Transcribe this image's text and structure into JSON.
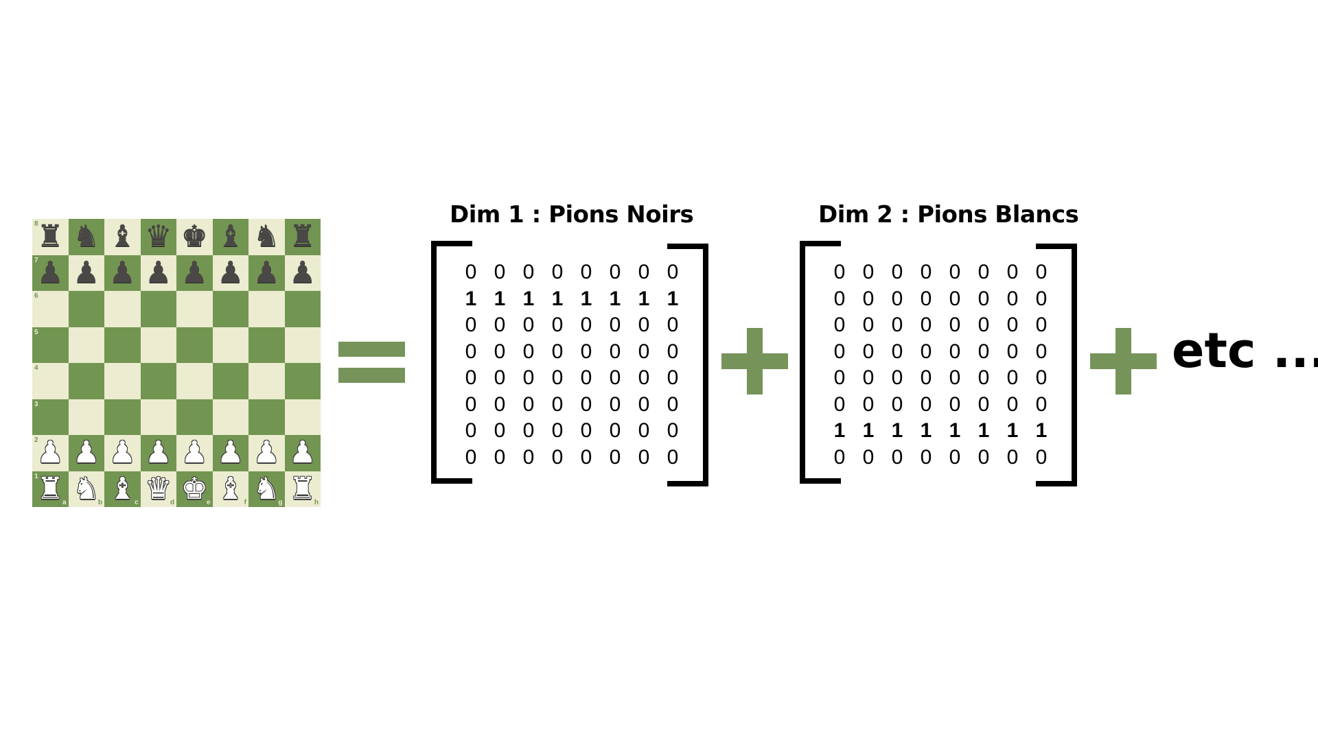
{
  "board": {
    "ranks": [
      "8",
      "7",
      "6",
      "5",
      "4",
      "3",
      "2",
      "1"
    ],
    "files": [
      "a",
      "b",
      "c",
      "d",
      "e",
      "f",
      "g",
      "h"
    ],
    "pieces": [
      [
        "br",
        "bn",
        "bb",
        "bq",
        "bk",
        "bb",
        "bn",
        "br"
      ],
      [
        "bp",
        "bp",
        "bp",
        "bp",
        "bp",
        "bp",
        "bp",
        "bp"
      ],
      [
        "",
        "",
        "",
        "",
        "",
        "",
        "",
        ""
      ],
      [
        "",
        "",
        "",
        "",
        "",
        "",
        "",
        ""
      ],
      [
        "",
        "",
        "",
        "",
        "",
        "",
        "",
        ""
      ],
      [
        "",
        "",
        "",
        "",
        "",
        "",
        "",
        ""
      ],
      [
        "wp",
        "wp",
        "wp",
        "wp",
        "wp",
        "wp",
        "wp",
        "wp"
      ],
      [
        "wr",
        "wn",
        "wb",
        "wq",
        "wk",
        "wb",
        "wn",
        "wr"
      ]
    ],
    "colors": {
      "light": "#ebecd0",
      "dark": "#739552"
    }
  },
  "operators": {
    "equals_icon": "equals-sign",
    "plus_icon": "plus-sign",
    "color": "#76935a",
    "etc_text": "etc ..."
  },
  "matrices": [
    {
      "title": "Dim 1 : Pions Noirs",
      "rows": [
        [
          0,
          0,
          0,
          0,
          0,
          0,
          0,
          0
        ],
        [
          1,
          1,
          1,
          1,
          1,
          1,
          1,
          1
        ],
        [
          0,
          0,
          0,
          0,
          0,
          0,
          0,
          0
        ],
        [
          0,
          0,
          0,
          0,
          0,
          0,
          0,
          0
        ],
        [
          0,
          0,
          0,
          0,
          0,
          0,
          0,
          0
        ],
        [
          0,
          0,
          0,
          0,
          0,
          0,
          0,
          0
        ],
        [
          0,
          0,
          0,
          0,
          0,
          0,
          0,
          0
        ],
        [
          0,
          0,
          0,
          0,
          0,
          0,
          0,
          0
        ]
      ]
    },
    {
      "title": "Dim 2 : Pions Blancs",
      "rows": [
        [
          0,
          0,
          0,
          0,
          0,
          0,
          0,
          0
        ],
        [
          0,
          0,
          0,
          0,
          0,
          0,
          0,
          0
        ],
        [
          0,
          0,
          0,
          0,
          0,
          0,
          0,
          0
        ],
        [
          0,
          0,
          0,
          0,
          0,
          0,
          0,
          0
        ],
        [
          0,
          0,
          0,
          0,
          0,
          0,
          0,
          0
        ],
        [
          0,
          0,
          0,
          0,
          0,
          0,
          0,
          0
        ],
        [
          1,
          1,
          1,
          1,
          1,
          1,
          1,
          1
        ],
        [
          0,
          0,
          0,
          0,
          0,
          0,
          0,
          0
        ]
      ]
    }
  ]
}
